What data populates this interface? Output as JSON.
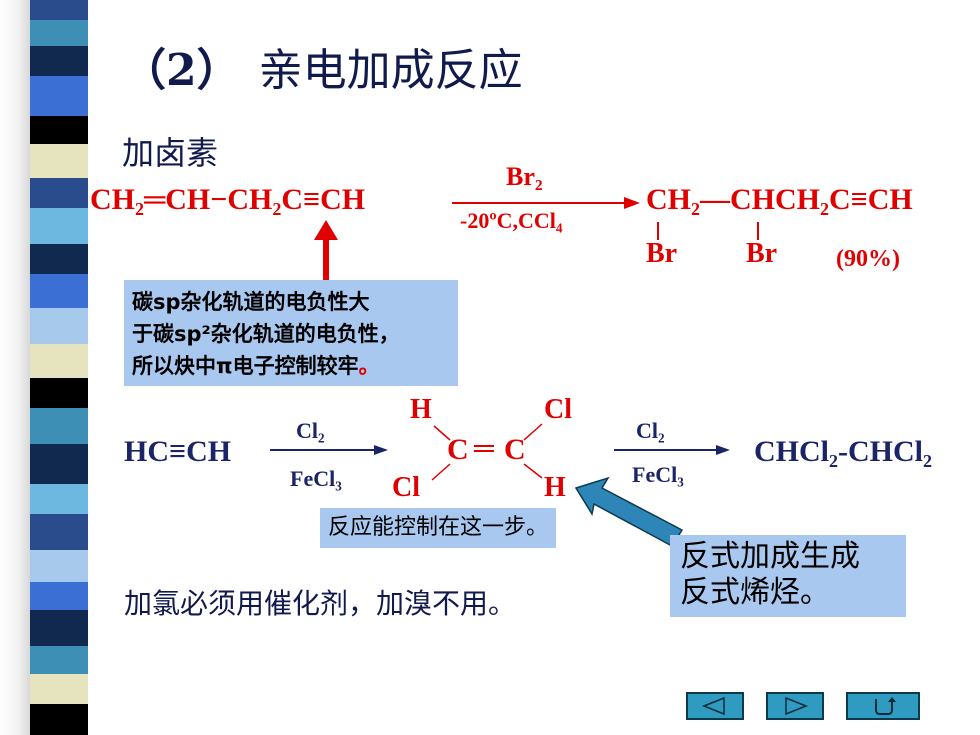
{
  "slide": {
    "title_num": "（2）",
    "title_text": "亲电加成反应",
    "subtitle": "加卤素"
  },
  "reaction1": {
    "reactant": "CH₂═CH−CH₂C≡CH",
    "reagent_top": "Br₂",
    "reagent_bottom": "-20ºC,CCl₄",
    "product": "CH₂—CHCH₂C≡CH",
    "br_left": "Br",
    "br_right": "Br",
    "yield": "(90%)"
  },
  "note1": {
    "line1": "碳sp杂化轨道的电负性大",
    "line2": "于碳sp²杂化轨道的电负性，",
    "line3_main": "所以炔中π电子控制较牢",
    "line3_end": "。"
  },
  "reaction2": {
    "reactant": "HC≡CH",
    "reagent1_top": "Cl₂",
    "reagent1_bottom": "FeCl₃",
    "atom_h_top": "H",
    "atom_cl_top": "Cl",
    "atom_c_left": "C",
    "double_bond": "═",
    "atom_c_right": "C",
    "atom_cl_bottom": "Cl",
    "atom_h_bottom": "H",
    "reagent2_top": "Cl₂",
    "reagent2_bottom": "FeCl₃",
    "product": "CHCl₂-CHCl₂"
  },
  "note2": "反应能控制在这一步。",
  "note3": {
    "line1": "反式加成生成",
    "line2": "反式烯烃。"
  },
  "footer_text": "加氯必须用催化剂，加溴不用。",
  "nav": {
    "prev_icon": "triangle-left-icon",
    "next_icon": "triangle-right-icon",
    "return_icon": "return-arrow-icon"
  },
  "colors": {
    "title": "#111a4d",
    "red": "#e00000",
    "navy": "#1a2466",
    "note_bg": "#a8c8f0",
    "callout_arrow": "#2e86b8"
  }
}
